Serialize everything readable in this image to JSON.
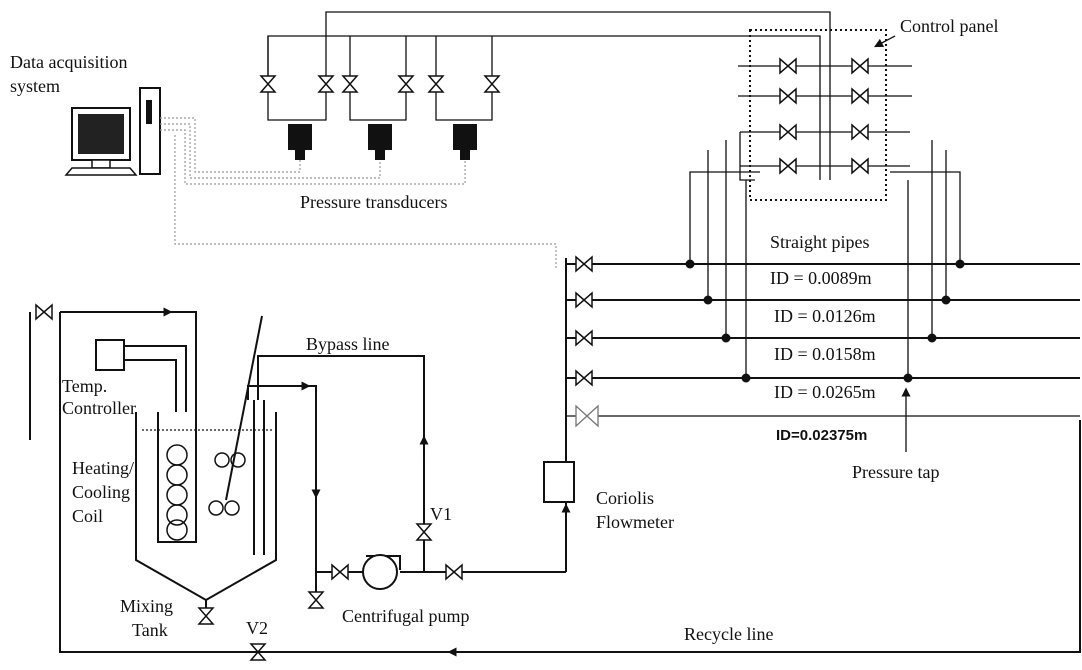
{
  "labels": {
    "data_acquisition": [
      "Data acquisition",
      "system"
    ],
    "control_panel": "Control panel",
    "pressure_transducers": "Pressure transducers",
    "straight_pipes": "Straight pipes",
    "pipe_ids": [
      "ID = 0.0089m",
      "ID = 0.0126m",
      "ID = 0.0158m",
      "ID = 0.0265m"
    ],
    "pipe_id_last": "ID=0.02375m",
    "pressure_tap": "Pressure tap",
    "bypass_line": "Bypass line",
    "temp_controller": [
      "Temp.",
      "Controller"
    ],
    "heating_coil": [
      "Heating/",
      "Cooling",
      "Coil"
    ],
    "mixing_tank": [
      "Mixing",
      "Tank"
    ],
    "v1": "V1",
    "v2": "V2",
    "centrifugal_pump": "Centrifugal  pump",
    "coriolis": [
      "Coriolis",
      "Flowmeter"
    ],
    "recycle_line": "Recycle line"
  }
}
